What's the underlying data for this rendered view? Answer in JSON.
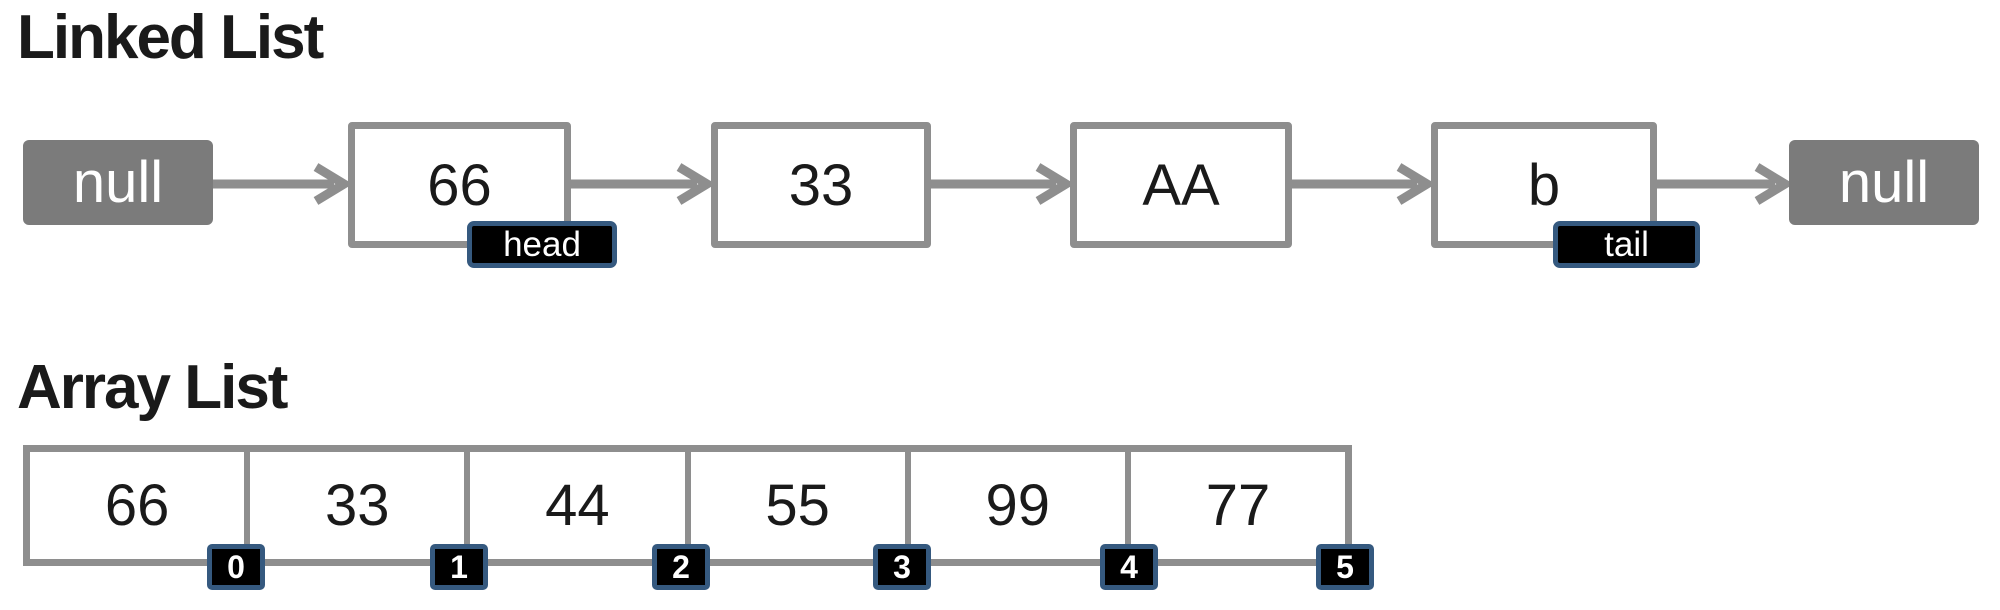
{
  "colors": {
    "gray": "#8e8e8e",
    "null_gray": "#7b7b7b",
    "badge_bg": "#000000",
    "badge_border": "#35597f",
    "text_dark": "#1a1a1a",
    "text_light": "#ffffff"
  },
  "linked_list": {
    "title": "Linked List",
    "null_left": "null",
    "null_right": "null",
    "nodes": [
      {
        "value": "66",
        "pointer": "head"
      },
      {
        "value": "33",
        "pointer": ""
      },
      {
        "value": "AA",
        "pointer": ""
      },
      {
        "value": "b",
        "pointer": "tail"
      }
    ]
  },
  "array_list": {
    "title": "Array List",
    "cells": [
      {
        "value": "66",
        "index": "0"
      },
      {
        "value": "33",
        "index": "1"
      },
      {
        "value": "44",
        "index": "2"
      },
      {
        "value": "55",
        "index": "3"
      },
      {
        "value": "99",
        "index": "4"
      },
      {
        "value": "77",
        "index": "5"
      }
    ]
  }
}
